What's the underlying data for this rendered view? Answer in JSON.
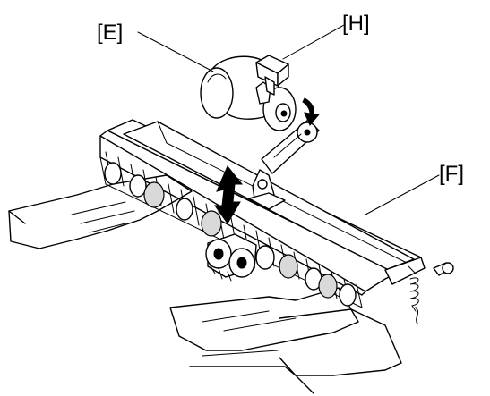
{
  "labels": {
    "e": "[E]",
    "h": "[H]",
    "f": "[F]"
  }
}
